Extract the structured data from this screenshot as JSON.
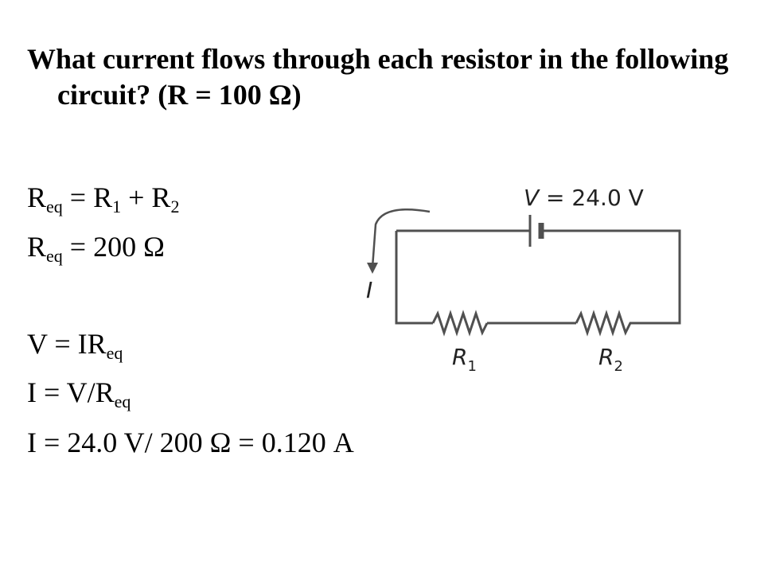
{
  "question": "What current flows through each resistor in the following circuit?  (R = 100 Ω)",
  "equations": {
    "eq1": {
      "a": "R",
      "a_sub": "eq",
      "b": " = R",
      "b_sub": "1",
      "c": " + R",
      "c_sub": "2"
    },
    "eq2": {
      "a": "R",
      "a_sub": "eq",
      "b": " = 200 Ω"
    },
    "eq3": {
      "a": "V = IR",
      "a_sub": "eq"
    },
    "eq4": {
      "a": "I = V/R",
      "a_sub": "eq"
    },
    "eq5": {
      "a": "I = 24.0 V/ 200 Ω  = 0.120 A"
    }
  },
  "circuit": {
    "voltage_label_italic": "V",
    "voltage_label_rest": " = 24.0 V",
    "current_label": "I",
    "r1_label": "R",
    "r1_sub": "1",
    "r2_label": "R",
    "r2_sub": "2",
    "colors": {
      "wire": "#505050",
      "text": "#222222"
    }
  }
}
